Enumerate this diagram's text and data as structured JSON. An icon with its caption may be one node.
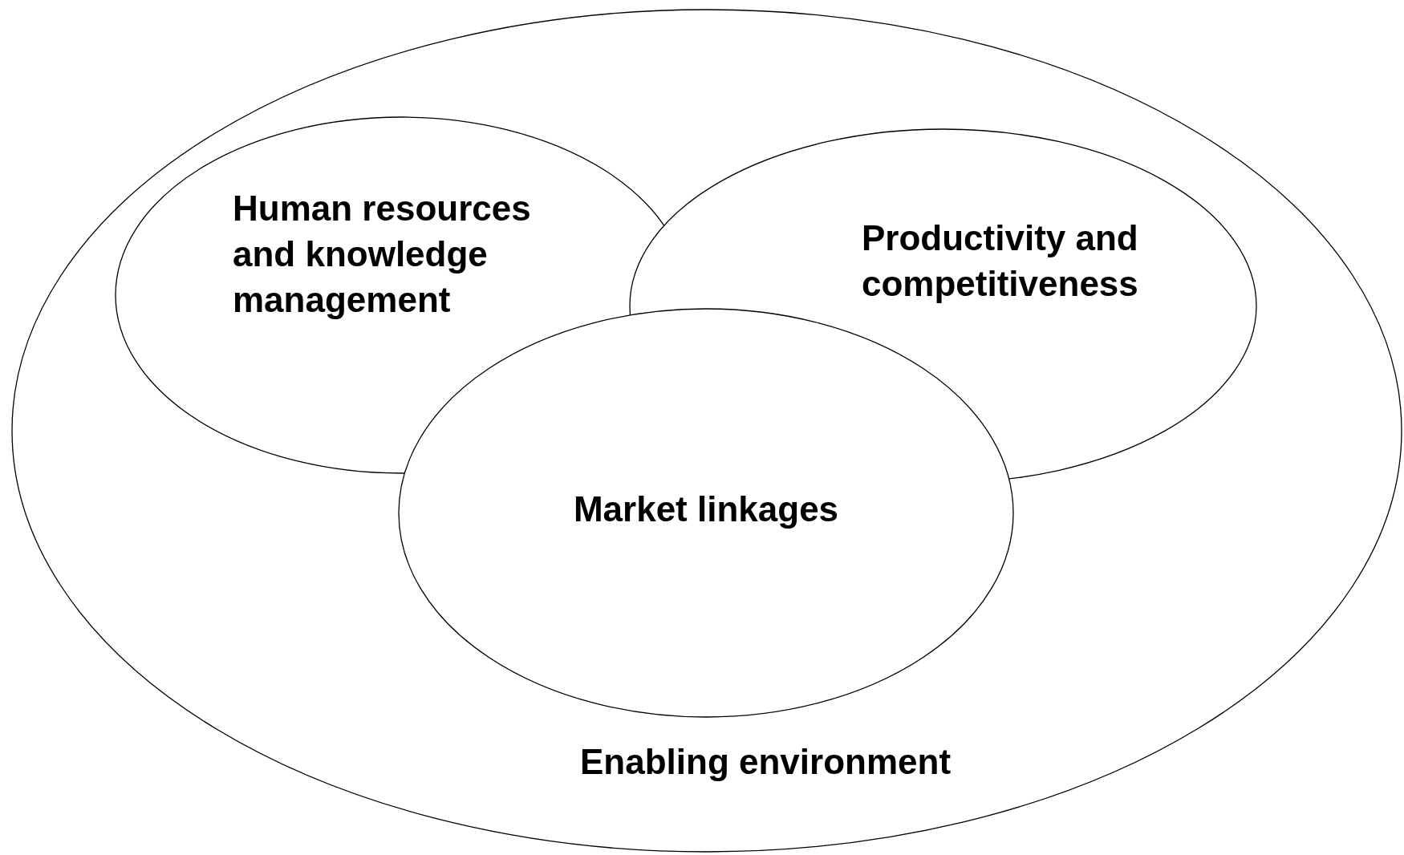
{
  "diagram": {
    "nodes": [
      {
        "text": [
          "Enabling environment"
        ]
      },
      {
        "text": [
          "Human resources and knowledge management"
        ],
        "in": 0
      },
      {
        "text": [
          "Productivity and competitiveness"
        ],
        "in": 0
      },
      {
        "text": [
          "Market linkages"
        ],
        "in": 0
      }
    ]
  }
}
